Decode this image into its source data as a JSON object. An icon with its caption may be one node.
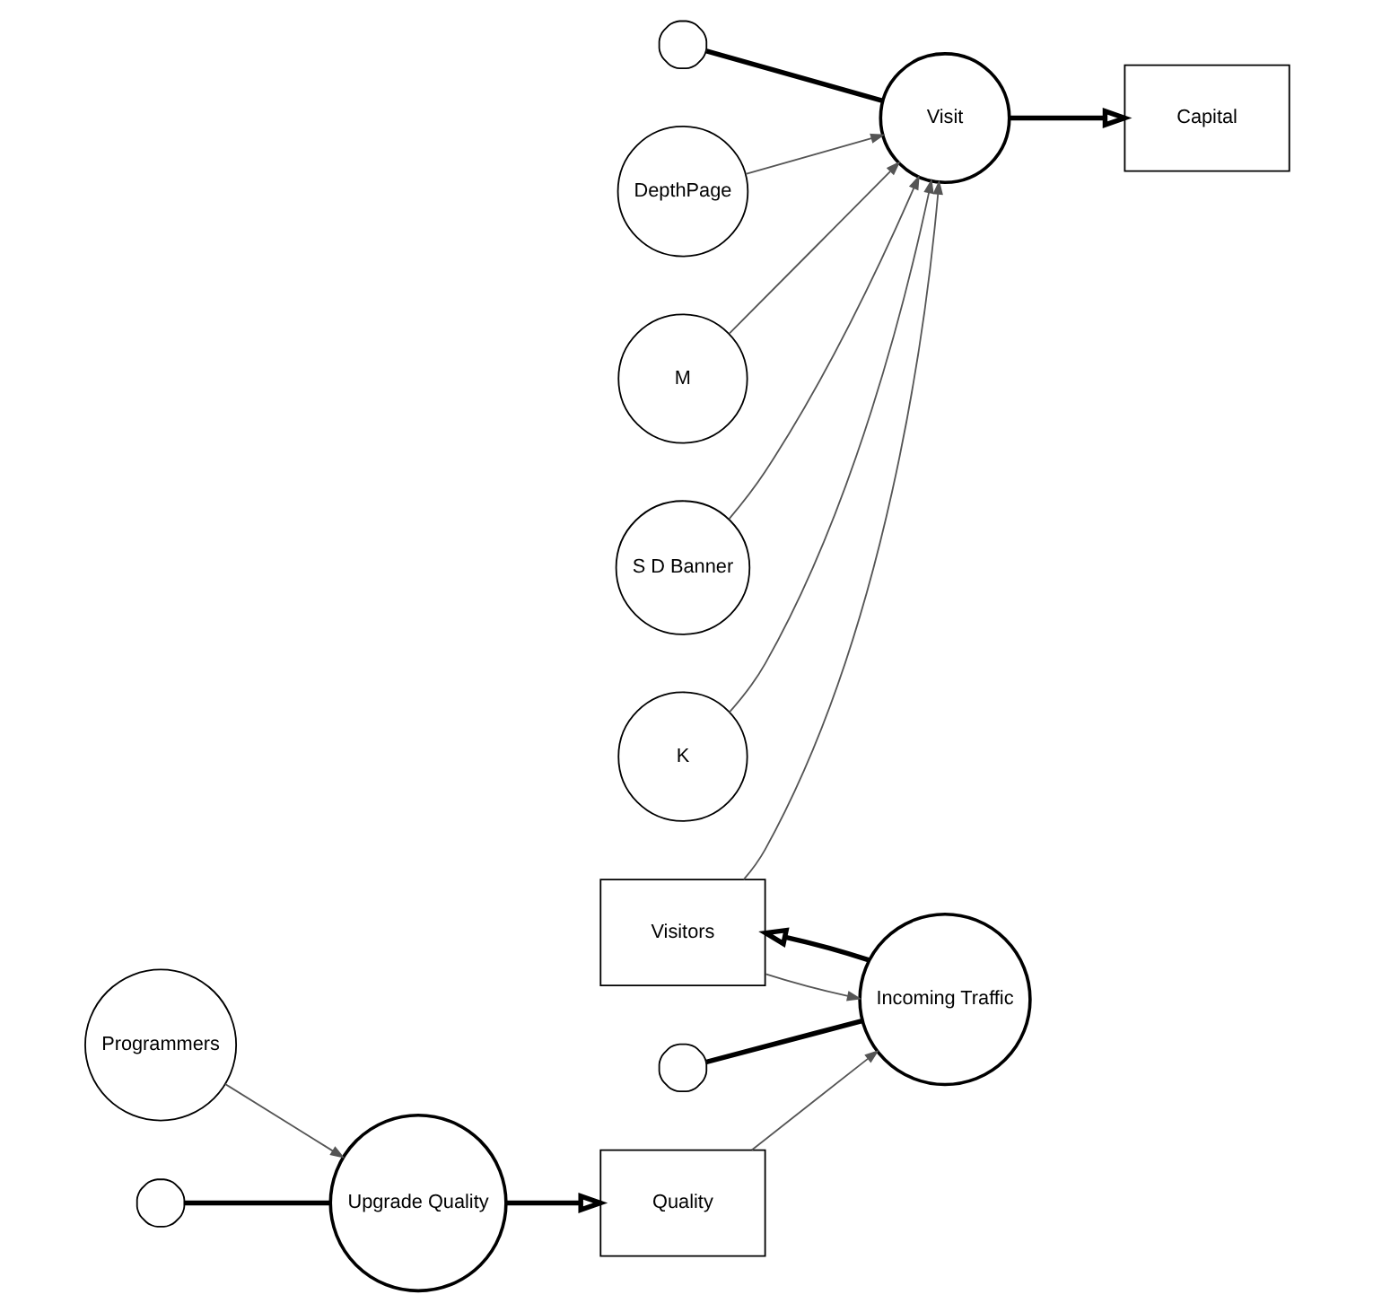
{
  "diagram": {
    "nodes": [
      {
        "text": [],
        "shape": "cloud"
      },
      {
        "text": [
          "DepthPage"
        ]
      },
      {
        "text": [
          "M"
        ]
      },
      {
        "text": [
          "S D Banner"
        ]
      },
      {
        "text": [
          "Visit"
        ]
      },
      {
        "text": [
          "Capital"
        ]
      },
      {
        "text": [
          "K"
        ]
      },
      {
        "text": [],
        "shape": "cloud"
      },
      {
        "text": [
          "Incoming Traffic"
        ]
      },
      {
        "text": [
          "Visitors"
        ]
      },
      {
        "text": [
          "Quality"
        ]
      },
      {
        "text": [
          "Programmers"
        ]
      },
      {
        "text": [
          "Upgrade Quality"
        ]
      },
      {
        "text": [],
        "shape": "cloud"
      }
    ],
    "edges": [
      {
        "from": 0,
        "to": 4,
        "arrow": "none",
        "style": "thick"
      },
      {
        "from": 4,
        "to": 5,
        "arrow": "to",
        "style": "thick"
      },
      {
        "from": 1,
        "to": 4,
        "arrow": "to"
      },
      {
        "from": 2,
        "to": 4,
        "arrow": "to"
      },
      {
        "from": 3,
        "to": 4,
        "arrow": "to"
      },
      {
        "from": 6,
        "to": 4,
        "arrow": "to"
      },
      {
        "from": 9,
        "to": 4,
        "arrow": "to"
      },
      {
        "from": 7,
        "to": 8,
        "arrow": "none",
        "style": "thick"
      },
      {
        "from": 8,
        "to": 9,
        "arrow": "to",
        "style": "thick"
      },
      {
        "from": 9,
        "to": 8,
        "arrow": "to"
      },
      {
        "from": 10,
        "to": 8,
        "arrow": "to"
      },
      {
        "from": 13,
        "to": 12,
        "arrow": "none",
        "style": "thick"
      },
      {
        "from": 12,
        "to": 10,
        "arrow": "to",
        "style": "thick"
      },
      {
        "from": 11,
        "to": 12,
        "arrow": "to"
      }
    ]
  }
}
